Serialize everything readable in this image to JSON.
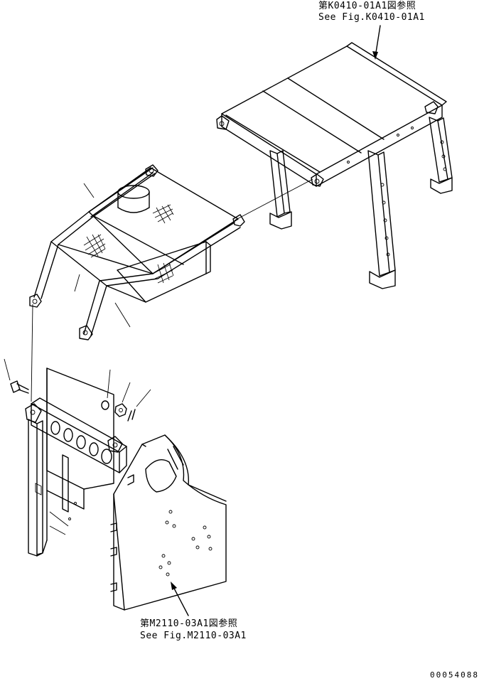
{
  "references": {
    "top": {
      "jp": "第K0410-01A1図参照",
      "en": "See Fig.K0410-01A1"
    },
    "bottom": {
      "jp": "第M2110-03A1図参照",
      "en": "See Fig.M2110-03A1"
    }
  },
  "drawing_code": "00054088"
}
